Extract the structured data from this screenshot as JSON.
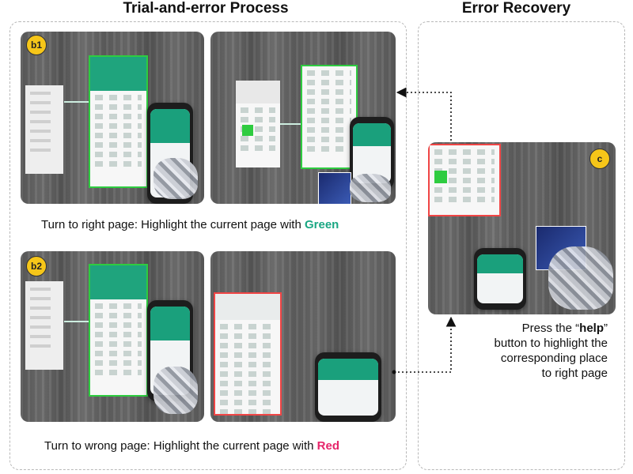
{
  "titles": {
    "left": "Trial-and-error Process",
    "right": "Error Recovery"
  },
  "badges": {
    "b1": "b1",
    "b2": "b2",
    "c": "c"
  },
  "captions": {
    "b1_prefix": "Turn to right page: Highlight the current page with ",
    "b1_color_word": "Green",
    "b2_prefix": "Turn to wrong page: Highlight the current page with ",
    "b2_color_word": "Red",
    "c_line1_prefix": "Press the “",
    "c_help_word": "help",
    "c_line1_suffix": "”",
    "c_line2": "button to highlight the",
    "c_line3": "corresponding place",
    "c_line4": "to right page"
  },
  "colors": {
    "green_highlight": "#2ecc40",
    "red_highlight": "#f04545",
    "green_text": "#1aa783",
    "red_text": "#e6246a",
    "badge": "#f6c619"
  }
}
